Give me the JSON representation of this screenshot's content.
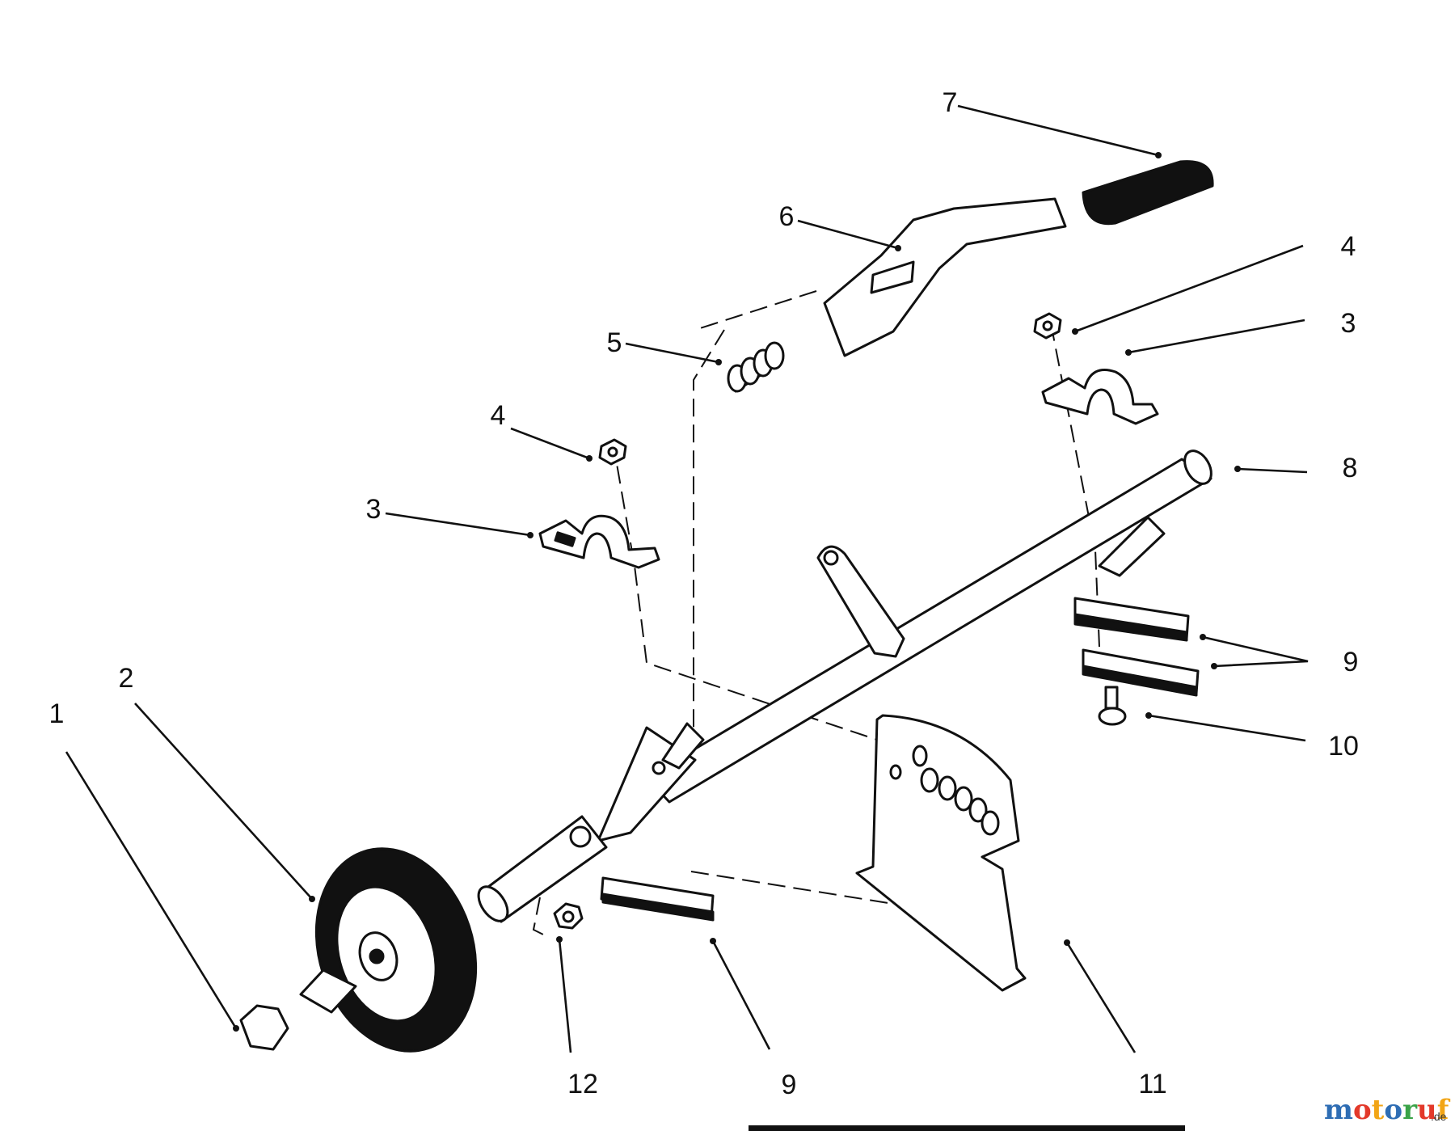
{
  "callouts": [
    {
      "id": "c1",
      "label": "1"
    },
    {
      "id": "c2",
      "label": "2"
    },
    {
      "id": "c3a",
      "label": "3"
    },
    {
      "id": "c3b",
      "label": "3"
    },
    {
      "id": "c4a",
      "label": "4"
    },
    {
      "id": "c4b",
      "label": "4"
    },
    {
      "id": "c5",
      "label": "5"
    },
    {
      "id": "c6",
      "label": "6"
    },
    {
      "id": "c7",
      "label": "7"
    },
    {
      "id": "c8",
      "label": "8"
    },
    {
      "id": "c9a",
      "label": "9"
    },
    {
      "id": "c9b",
      "label": "9"
    },
    {
      "id": "c10",
      "label": "10"
    },
    {
      "id": "c11",
      "label": "11"
    },
    {
      "id": "c12",
      "label": "12"
    }
  ],
  "watermark": {
    "letters": [
      "m",
      "o",
      "t",
      "o",
      "r",
      "u",
      "f"
    ],
    "colors": [
      "#2e6db4",
      "#e3392a",
      "#f2a516",
      "#2e6db4",
      "#3aa348",
      "#e3392a",
      "#f2a516"
    ],
    "suffix": ".de"
  }
}
